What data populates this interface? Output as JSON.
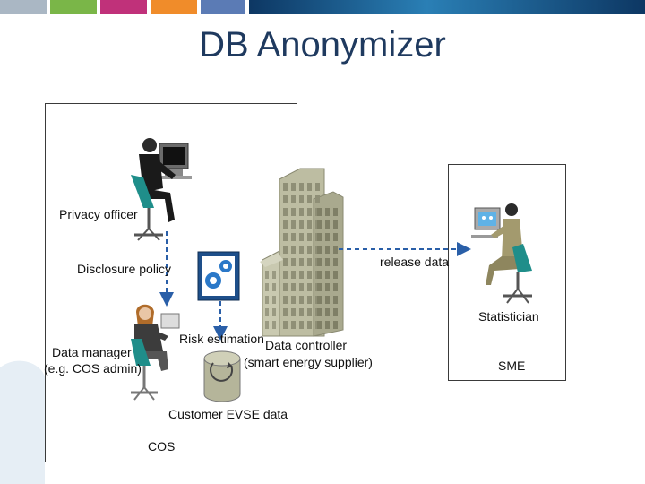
{
  "slide": {
    "title": "DB Anonymizer"
  },
  "colors": {
    "title": "#1f3a5f",
    "top_segments": [
      "#aab7c4",
      "#7ab648",
      "#c0317a",
      "#f08c2a",
      "#5b7bb5"
    ],
    "top_gradient": [
      "#0d3763",
      "#2a7fb5",
      "#0d3763"
    ],
    "arrow": "#2a5fa8",
    "bg_blob": "#e6eef5"
  },
  "cos_box": {
    "privacy_officer": "Privacy officer",
    "disclosure_policy": "Disclosure policy",
    "data_manager_line1": "Data manager",
    "data_manager_line2": "(e.g. COS admin)",
    "risk_estimation": "Risk estimation",
    "customer_data": "Customer EVSE data",
    "label": "COS"
  },
  "data_controller": {
    "line1": "Data controller",
    "line2": "(smart energy supplier)"
  },
  "release": "release data",
  "sme_box": {
    "statistician": "Statistician",
    "label": "SME"
  },
  "icons": {
    "officer": "person-at-computer-icon",
    "manager": "person-with-laptop-icon",
    "gears": "gears-window-icon",
    "database": "database-cylinder-icon",
    "building": "office-building-icon",
    "statistician": "person-at-computer-icon"
  }
}
